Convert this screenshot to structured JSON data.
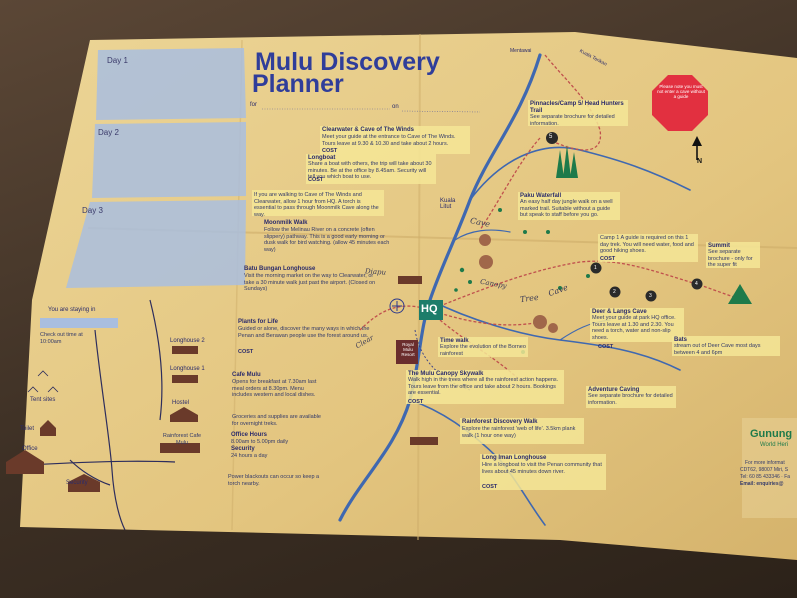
{
  "map": {
    "title_line1": "Mulu Discovery",
    "title_line2": "Planner",
    "for_label": "for",
    "on_label": "on",
    "days": [
      "Day 1",
      "Day 2",
      "Day 3"
    ],
    "staying": "You are staying in",
    "checkout": "Check out time at 10:00am",
    "park_labels": [
      "Longhouse 2",
      "Longhouse 1",
      "Hostel",
      "Rainforest Cafe Mulu",
      "Tent sites",
      "Toilet",
      "Office",
      "Security"
    ],
    "place_labels": [
      "Kuala Litut",
      "Mentawai",
      "Kuala Terikan",
      "Royal Mulu Resort"
    ],
    "hq": "HQ",
    "north": "N",
    "stop_sign": "Please note you must not enter a cave without a guide",
    "route_numbers": [
      "1",
      "2",
      "3",
      "4",
      "5"
    ],
    "brand": "Gunung",
    "brand_sub": "World Heri",
    "contact_lines": [
      "For more informat",
      "CDT62, 98007 Miri, S",
      "Tel: 60 85 433346 · Fa",
      "Email: enquiries@"
    ],
    "handwriting": [
      "Cave",
      "Tree",
      "Canopy",
      "Diapu",
      "Cave",
      "Clear"
    ]
  },
  "info": {
    "clearwater": {
      "heading": "Clearwater & Cave of The Winds",
      "body": "Meet your guide at the entrance to Cave of The Winds. Tours leave at 9.30 & 10.30 and take about 2 hours.",
      "cost": "COST"
    },
    "longboat": {
      "heading": "Longboat",
      "body": "Share a boat with others, the trip will take about 30 minutes. Be at the office by 8.45am. Security will tell you which boat to use.",
      "cost": "COST"
    },
    "walking": {
      "body": "If you are walking to Cave of The Winds and Clearwater, allow 1 hour from HQ. A torch is essential to pass through Moonmilk Cave along the way."
    },
    "moonmilk": {
      "heading": "Moonmilk Walk",
      "body": "Follow the Melinau River on a concrete (often slippery) pathway. This is a good early morning or dusk walk for bird watching. (allow 45 minutes each way)"
    },
    "batu": {
      "heading": "Batu Bungan Longhouse",
      "body": "Visit the morning market on the way to Clearwater, or take a 30 minute walk just past the airport. (Closed on Sundays)"
    },
    "plants": {
      "heading": "Plants for Life",
      "body": "Guided or alone, discover the many ways in which the Penan and Berawan people use the forest around us.",
      "cost": "COST"
    },
    "cafe": {
      "heading": "Cafe Mulu",
      "body": "Opens for breakfast at 7.30am last meal orders at 8.30pm. Menu includes western and local dishes."
    },
    "groceries": "Groceries and supplies are available for overnight treks.",
    "office_hours": {
      "heading": "Office Hours",
      "hours": "8.00am to 5.00pm daily"
    },
    "security": {
      "heading": "Security",
      "hours": "24 hours a day"
    },
    "power": "Power blackouts can occur so keep a torch nearby.",
    "pinnacles": {
      "heading": "Pinnacles/Camp 5/ Head Hunters Trail",
      "body": "See separate brochure for detailed information."
    },
    "paku": {
      "heading": "Paku Waterfall",
      "body": "An easy half day jungle walk on a well marked trail. Suitable without a guide but speak to staff before you go."
    },
    "camp1": {
      "body": "Camp 1 A guide is required on this 1 day trek. You will need water, food and good hiking shoes.",
      "cost": "COST"
    },
    "summit": {
      "heading": "Summit",
      "body": "See separate brochure - only for the super fit"
    },
    "deer": {
      "heading": "Deer & Langs Cave",
      "body": "Meet your guide at park HQ office. Tours leave at 1.30 and 2.30. You need a torch, water and non-slip shoes.",
      "cost": "COST"
    },
    "bats": {
      "heading": "Bats",
      "body": "stream out of Deer Cave most days between 4 and 6pm"
    },
    "timewalk": {
      "heading": "Time walk",
      "body": "Explore the evolution of the Borneo rainforest"
    },
    "canopy": {
      "heading": "The Mulu Canopy Skywalk",
      "body": "Walk high in the trees where all the rainforest action happens. Tours leave from the office and take about 2 hours. Bookings are essential.",
      "cost": "COST"
    },
    "adventure": {
      "heading": "Adventure Caving",
      "body": "See separate brochure for detailed information."
    },
    "discovery": {
      "heading": "Rainforest Discovery Walk",
      "body": "Explore the rainforest 'web of life'. 3.5km plank walk (1 hour one way)"
    },
    "iman": {
      "heading": "Long Iman Longhouse",
      "body": "Hire a longboat to visit the Penan community that lives about 45 minutes down river.",
      "cost": "COST"
    }
  },
  "colors": {
    "paper": "#e8cf8a",
    "ink": "#2d3a8c",
    "river": "#3f68b0",
    "trail": "#c0504d",
    "highlight": "#f3df8c",
    "day_box": "#a9bedf",
    "forest": "#1e7a4a"
  }
}
